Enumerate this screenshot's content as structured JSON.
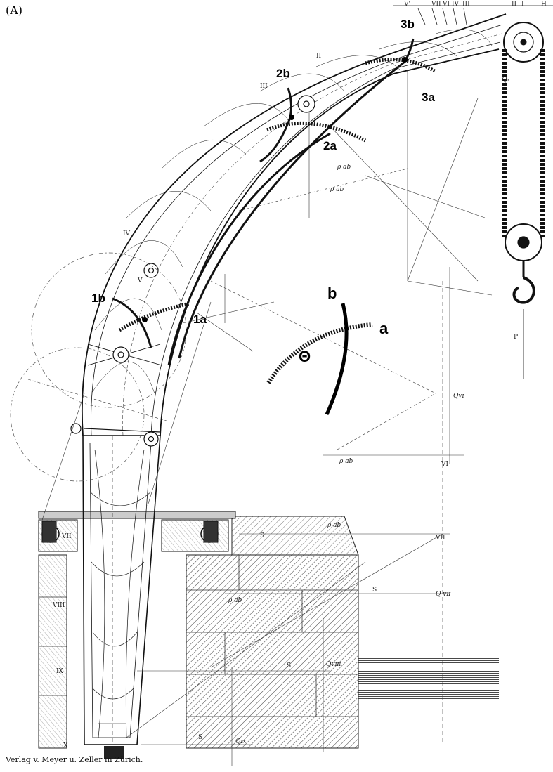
{
  "panel_label": "(A)",
  "imprint": "Verlag v. Meyer u. Zeller in Zürich.",
  "fiber_labels": {
    "b1": "1b",
    "a1": "1a",
    "b2": "2b",
    "a2": "2a",
    "b3": "3b",
    "a3": "3a"
  },
  "inset": {
    "b": "b",
    "a": "a",
    "theta": "Θ"
  },
  "section_numerals": {
    "s2": "II",
    "s3": "III",
    "s4": "IV",
    "s5": "V",
    "s7": "VII",
    "s8": "VIII",
    "s9": "IX",
    "s10": "X"
  },
  "top_scale": [
    "V'",
    "VII",
    "VI",
    "IV",
    "III",
    "II",
    "I",
    "H"
  ],
  "annotations": {
    "rho_ab_1": "ρ ab",
    "rho_ab_2": "ρ ab",
    "rho_ab_3": "ρ ab",
    "rho_ab_4": "ρ ab",
    "rho_ab_5": "ρ ab",
    "load_P": "P",
    "q1": "Q₁",
    "q6": "Qᴠɪ",
    "q7": "Q ᴠɪɪ",
    "q8": "Qᴠɪɪɪ",
    "q9": "Qɪx",
    "s_label_1": "S",
    "s_label_2": "S",
    "s_label_3": "S",
    "s_label_4": "S",
    "vi_label": "VI",
    "vii_label": "VII"
  }
}
